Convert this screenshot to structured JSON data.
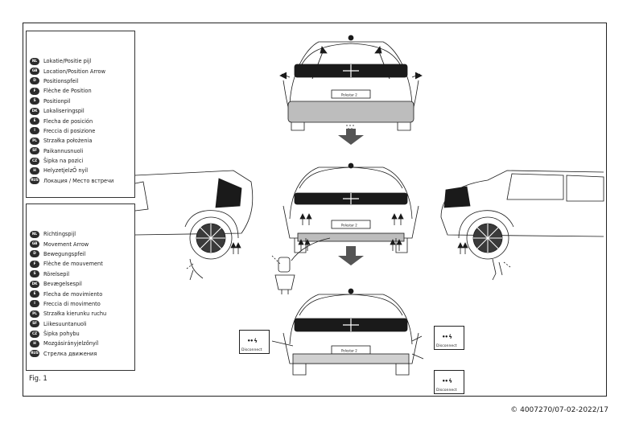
{
  "figure": {
    "label": "Fig. 1",
    "copyright": "© 4007270/07-02-2022/17"
  },
  "legend_position": {
    "icon": "up-arrow-icon",
    "items": [
      {
        "code": "NL",
        "text": "Lokatie/Positie pijl"
      },
      {
        "code": "GB",
        "text": "Location/Position Arrow"
      },
      {
        "code": "D",
        "text": "Positionspfeil"
      },
      {
        "code": "F",
        "text": "Flèche de Position"
      },
      {
        "code": "S",
        "text": "Positionpil"
      },
      {
        "code": "DK",
        "text": "Lokaliseringspil"
      },
      {
        "code": "E",
        "text": "Flecha de posición"
      },
      {
        "code": "I",
        "text": "Freccia di posizione"
      },
      {
        "code": "PL",
        "text": "Strzałka położenia"
      },
      {
        "code": "SF",
        "text": "Paikannusnuoli"
      },
      {
        "code": "CZ",
        "text": "Šipka na pozici"
      },
      {
        "code": "H",
        "text": "HelyzetjelzŐ nyíl"
      },
      {
        "code": "RUS",
        "text": "Локация / Место встречи"
      }
    ]
  },
  "legend_movement": {
    "icon": "dashed-diagonal-arrow-icon",
    "items": [
      {
        "code": "NL",
        "text": "Richtingspijl"
      },
      {
        "code": "GB",
        "text": "Movement Arrow"
      },
      {
        "code": "D",
        "text": "Bewegungspfeil"
      },
      {
        "code": "F",
        "text": "Flèche de mouvement"
      },
      {
        "code": "S",
        "text": "Rörelsepil"
      },
      {
        "code": "DK",
        "text": "Bevægelsespil"
      },
      {
        "code": "E",
        "text": "Flecha de movimiento"
      },
      {
        "code": "I",
        "text": "Freccia di movimento"
      },
      {
        "code": "PL",
        "text": "Strzałka kierunku ruchu"
      },
      {
        "code": "SF",
        "text": "Liikesuuntanuoli"
      },
      {
        "code": "CZ",
        "text": "Šipka pohybu"
      },
      {
        "code": "H",
        "text": "Mozgásirányjelzőnyíl"
      },
      {
        "code": "RUS",
        "text": "Стрелка движения"
      }
    ]
  },
  "plate_text": "Polestar 2",
  "disconnect_label": "Disconnect",
  "disconnect_icon": "plug-bolt-icon"
}
